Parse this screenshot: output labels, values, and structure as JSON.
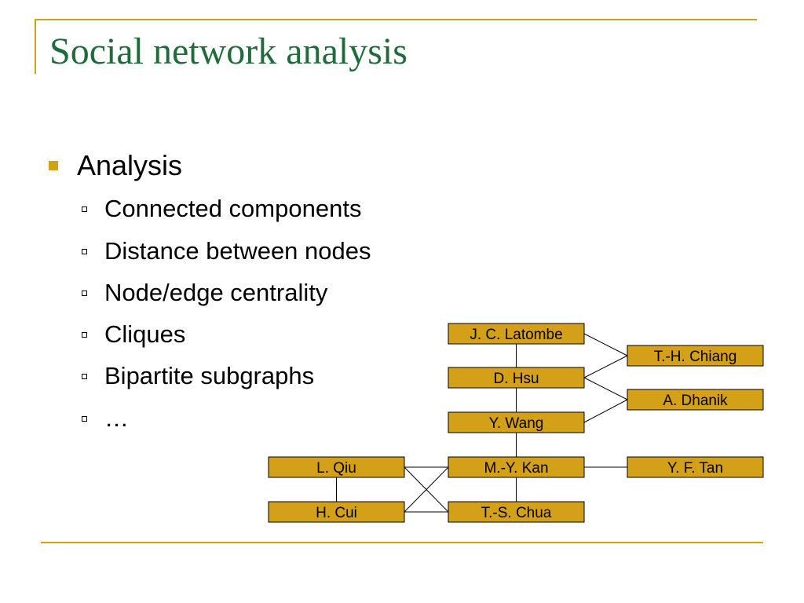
{
  "slide": {
    "title": "Social network analysis",
    "level1": "Analysis",
    "level2": [
      "Connected components",
      "Distance between nodes",
      "Node/edge centrality",
      "Cliques",
      "Bipartite subgraphs",
      "…"
    ]
  },
  "colors": {
    "accent": "#d4a017",
    "title": "#1f6b3a",
    "node_fill": "#d4a017"
  },
  "graph": {
    "nodes": [
      {
        "id": "latombe",
        "label": "J. C. Latombe"
      },
      {
        "id": "hsu",
        "label": "D. Hsu"
      },
      {
        "id": "wang",
        "label": "Y. Wang"
      },
      {
        "id": "kan",
        "label": "M.-Y. Kan"
      },
      {
        "id": "chua",
        "label": "T.-S. Chua"
      },
      {
        "id": "chiang",
        "label": "T.-H. Chiang"
      },
      {
        "id": "dhanik",
        "label": "A. Dhanik"
      },
      {
        "id": "tan",
        "label": "Y. F. Tan"
      },
      {
        "id": "qiu",
        "label": "L. Qiu"
      },
      {
        "id": "cui",
        "label": "H. Cui"
      }
    ],
    "edges": [
      [
        "latombe",
        "hsu"
      ],
      [
        "hsu",
        "wang"
      ],
      [
        "wang",
        "kan"
      ],
      [
        "kan",
        "chua"
      ],
      [
        "latombe",
        "chiang"
      ],
      [
        "hsu",
        "chiang"
      ],
      [
        "hsu",
        "dhanik"
      ],
      [
        "wang",
        "dhanik"
      ],
      [
        "kan",
        "tan"
      ],
      [
        "qiu",
        "cui"
      ],
      [
        "qiu",
        "kan"
      ],
      [
        "qiu",
        "chua"
      ],
      [
        "cui",
        "kan"
      ],
      [
        "cui",
        "chua"
      ]
    ]
  }
}
